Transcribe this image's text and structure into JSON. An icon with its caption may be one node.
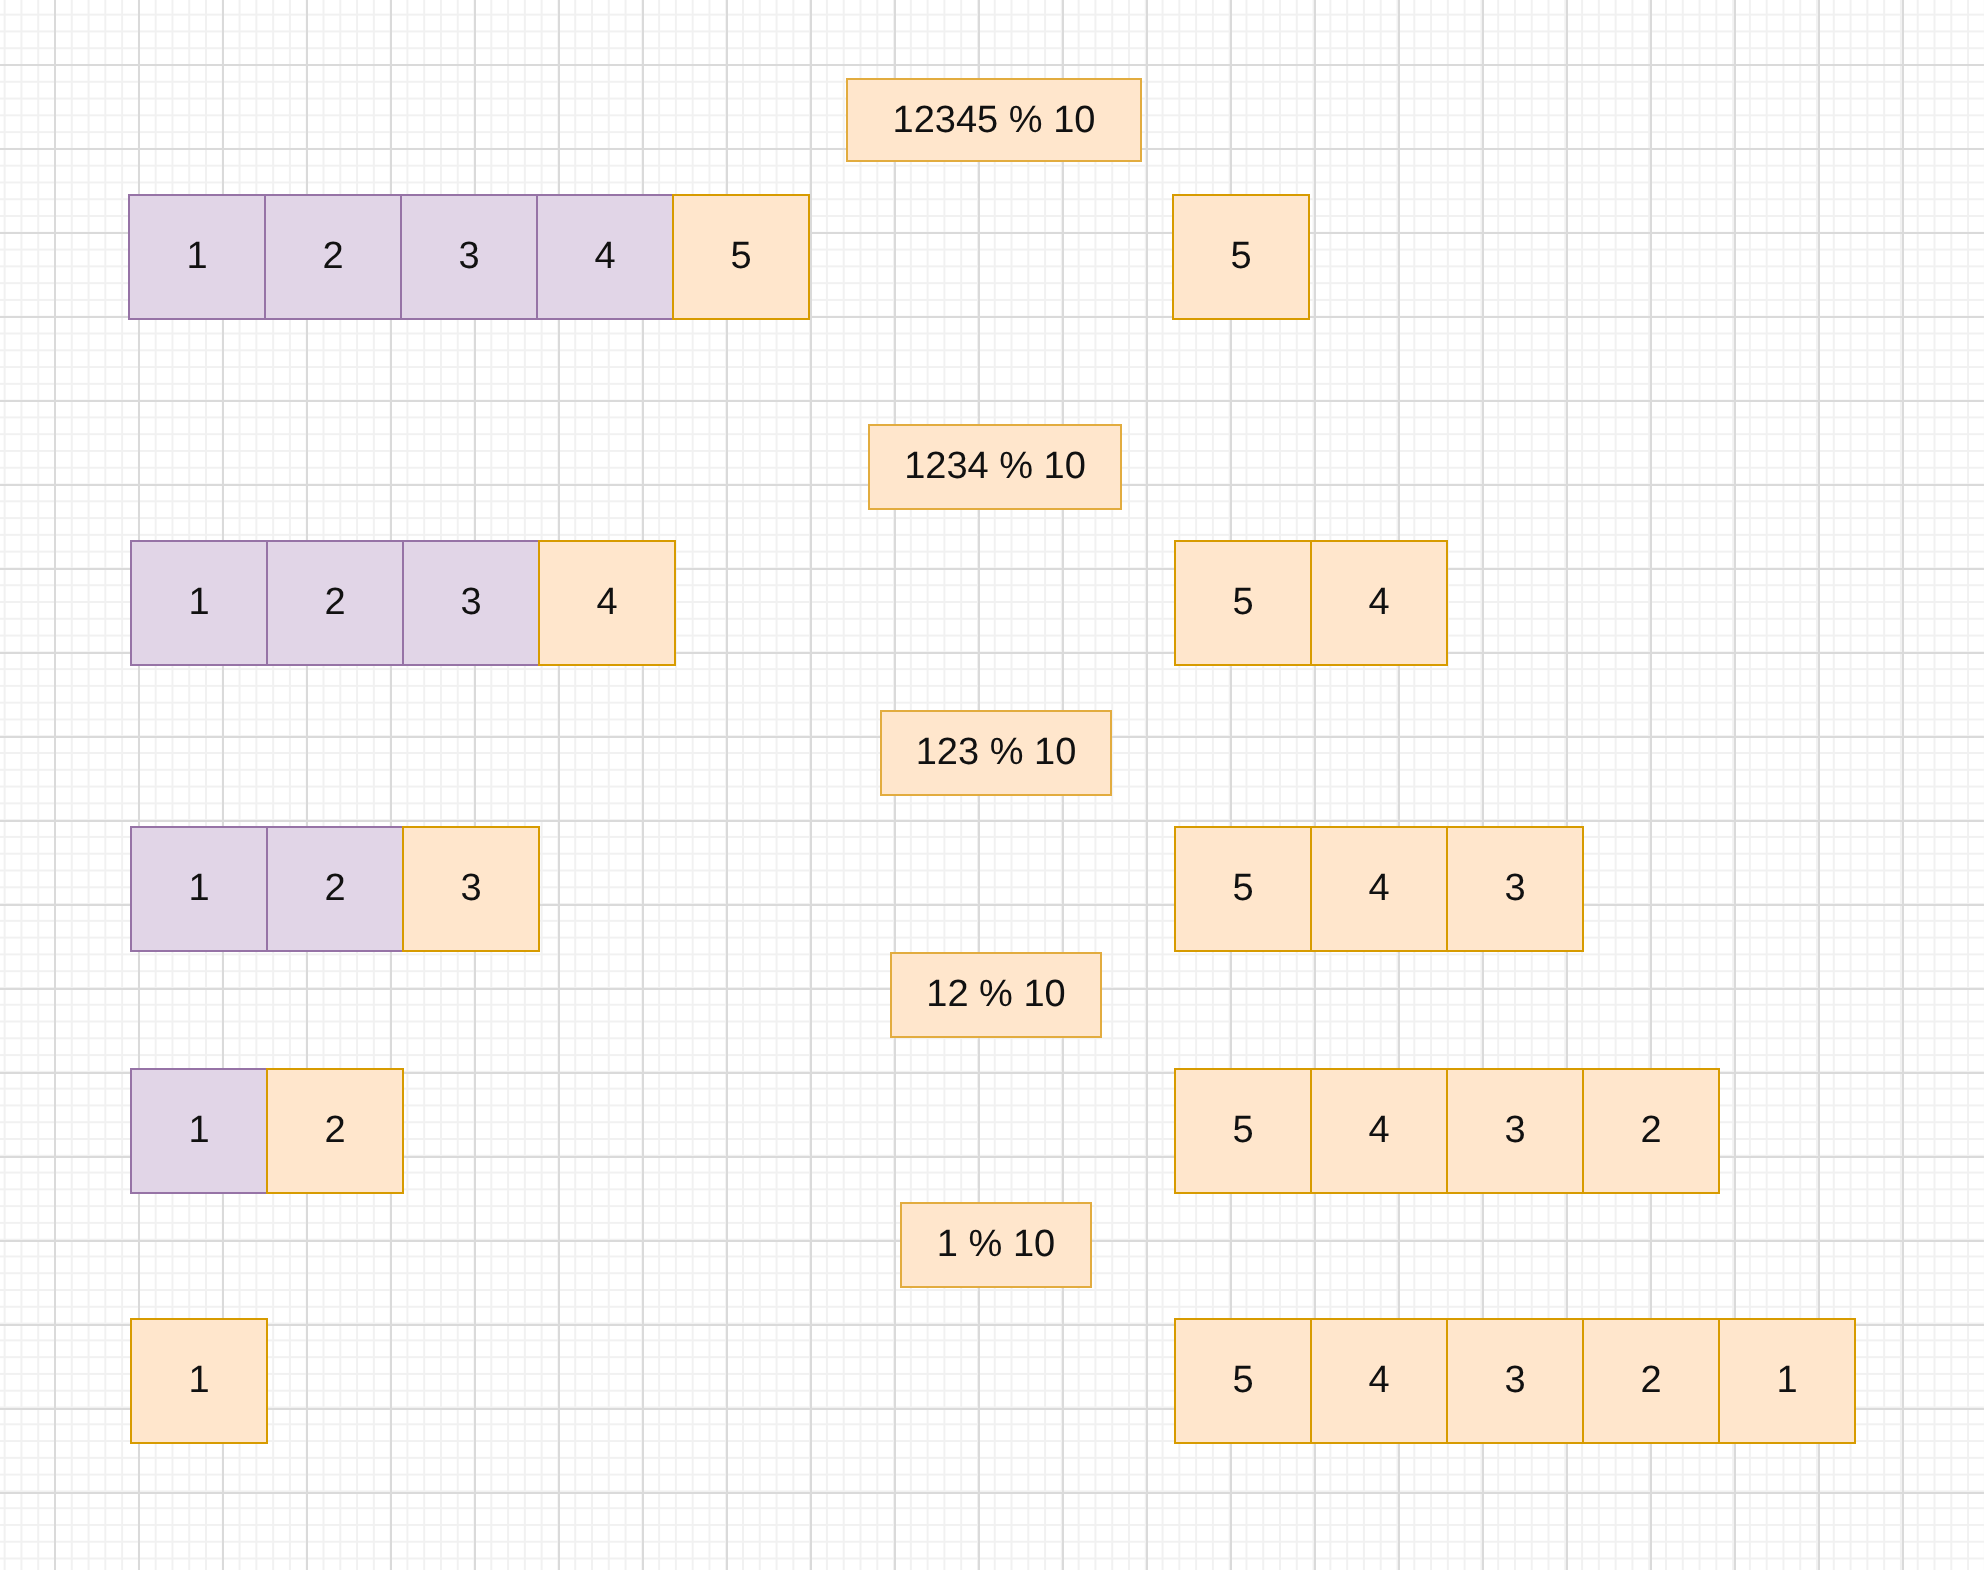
{
  "diagram": {
    "nodes": [
      {
        "text": [
          "12345 % 10"
        ]
      },
      {
        "text": [
          "1"
        ]
      },
      {
        "text": [
          "2"
        ]
      },
      {
        "text": [
          "3"
        ]
      },
      {
        "text": [
          "4"
        ]
      },
      {
        "text": [
          "5"
        ]
      },
      {
        "text": [
          "5"
        ]
      },
      {
        "text": [
          "1234 % 10"
        ]
      },
      {
        "text": [
          "1"
        ]
      },
      {
        "text": [
          "2"
        ]
      },
      {
        "text": [
          "3"
        ]
      },
      {
        "text": [
          "4"
        ]
      },
      {
        "text": [
          "5"
        ]
      },
      {
        "text": [
          "4"
        ]
      },
      {
        "text": [
          "123 % 10"
        ]
      },
      {
        "text": [
          "1"
        ]
      },
      {
        "text": [
          "2"
        ]
      },
      {
        "text": [
          "3"
        ]
      },
      {
        "text": [
          "5"
        ]
      },
      {
        "text": [
          "4"
        ]
      },
      {
        "text": [
          "3"
        ]
      },
      {
        "text": [
          "12 % 10"
        ]
      },
      {
        "text": [
          "1"
        ]
      },
      {
        "text": [
          "2"
        ]
      },
      {
        "text": [
          "5"
        ]
      },
      {
        "text": [
          "4"
        ]
      },
      {
        "text": [
          "3"
        ]
      },
      {
        "text": [
          "2"
        ]
      },
      {
        "text": [
          "1 % 10"
        ]
      },
      {
        "text": [
          "1"
        ]
      },
      {
        "text": [
          "5"
        ]
      },
      {
        "text": [
          "4"
        ]
      },
      {
        "text": [
          "3"
        ]
      },
      {
        "text": [
          "2"
        ]
      },
      {
        "text": [
          "1"
        ]
      }
    ]
  }
}
